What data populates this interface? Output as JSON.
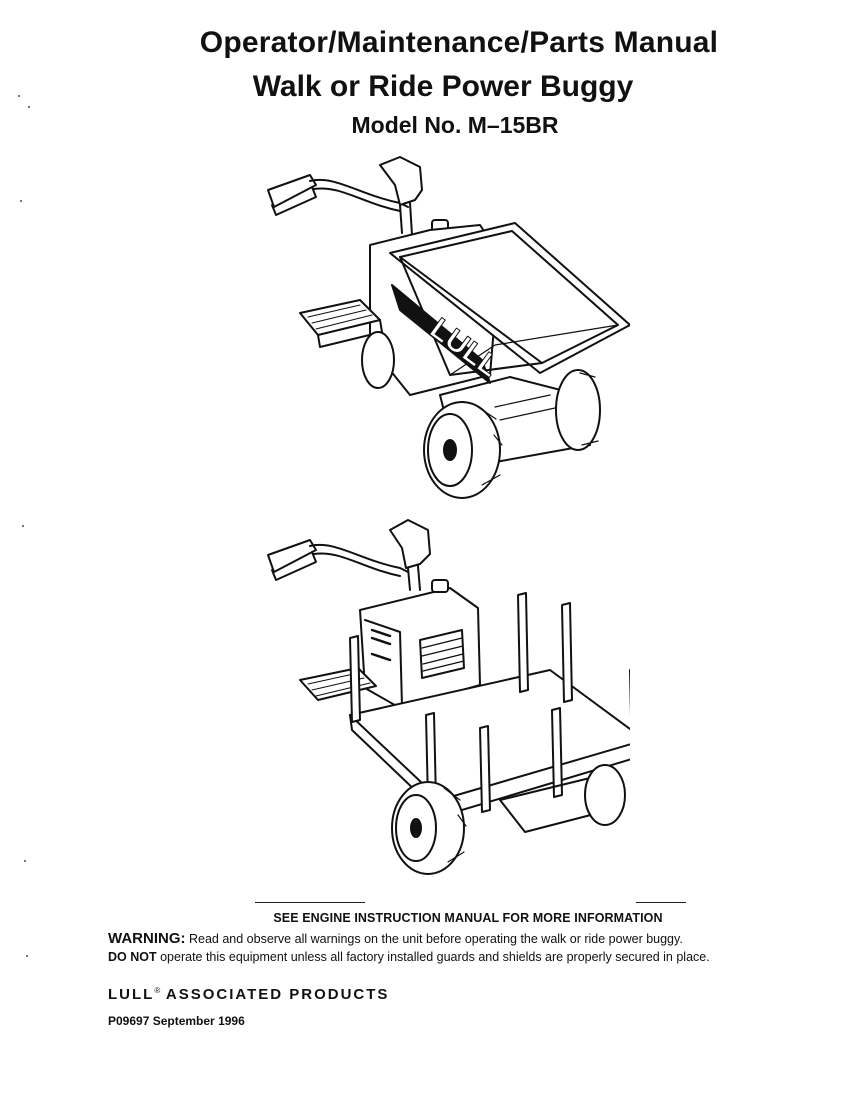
{
  "header": {
    "title": "Operator/Maintenance/Parts Manual",
    "subtitle": "Walk or Ride Power Buggy",
    "model": "Model No. M–15BR"
  },
  "illustrations": {
    "dump_buggy_logo": "LULL",
    "icons": [
      "dump-hopper-buggy-icon",
      "flat-deck-buggy-icon"
    ]
  },
  "notes": {
    "engine": "SEE ENGINE INSTRUCTION MANUAL FOR MORE INFORMATION",
    "warning_label": "WARNING:",
    "warning_text": "Read and observe all warnings on the unit before operating the walk or ride power buggy.",
    "donot_label": "DO NOT",
    "donot_text": "operate this equipment unless all factory installed guards and shields are properly secured in place."
  },
  "footer": {
    "company_brand": "LULL",
    "company_mark": "®",
    "company_rest": "ASSOCIATED PRODUCTS",
    "publication": "P09697  September 1996"
  },
  "colors": {
    "ink": "#111111",
    "paper": "#ffffff"
  }
}
